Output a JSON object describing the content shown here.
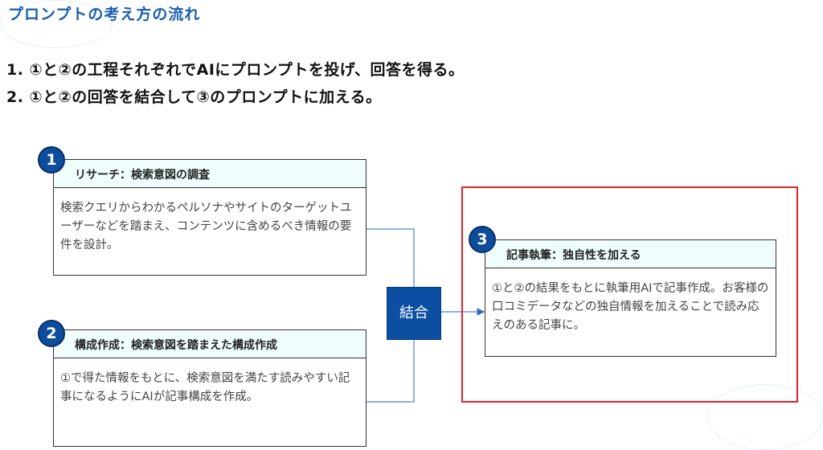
{
  "title": "プロンプトの考え方の流れ",
  "steps": [
    "1. ①と②の工程それぞれでAIにプロンプトを投げ、回答を得る。",
    "2. ①と②の回答を結合して③のプロンプトに加える。"
  ],
  "boxes": [
    {
      "num": "1",
      "header": "リサーチ：検索意図の調査",
      "body": "検索クエリからわかるペルソナやサイトのターゲットユーザーなどを踏まえ、コンテンツに含めるべき情報の要件を設計。"
    },
    {
      "num": "2",
      "header": "構成作成：検索意図を踏まえた構成作成",
      "body": "①で得た情報をもとに、検索意図を満たす読みやすい記事になるようにAIが記事構成を作成。"
    },
    {
      "num": "3",
      "header": "記事執筆：独自性を加える",
      "body": "①と②の結果をもとに執筆用AIで記事作成。お客様の口コミデータなどの独自情報を加えることで読み応えのある記事に。"
    }
  ],
  "join_label": "結合",
  "colors": {
    "accent": "#0b4ea2",
    "highlight": "#e8202a",
    "header_bg": "#effdfd"
  }
}
